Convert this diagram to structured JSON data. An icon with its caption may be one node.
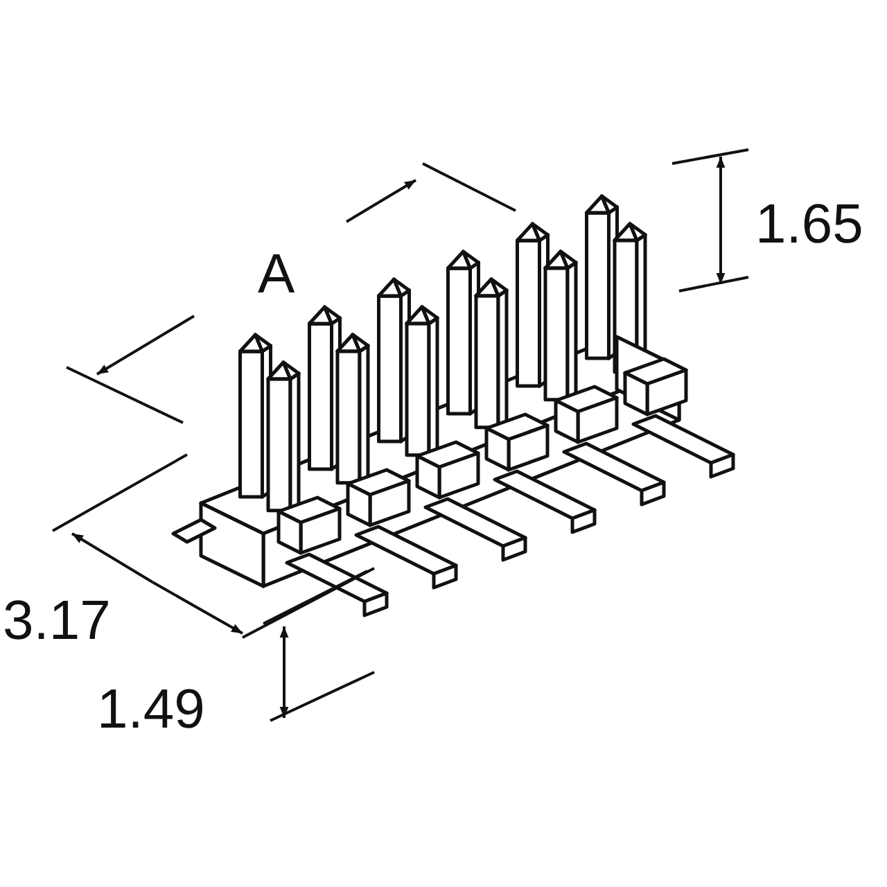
{
  "diagram": {
    "labels": [
      "A",
      "1.65",
      "3.17",
      "1.49"
    ]
  }
}
